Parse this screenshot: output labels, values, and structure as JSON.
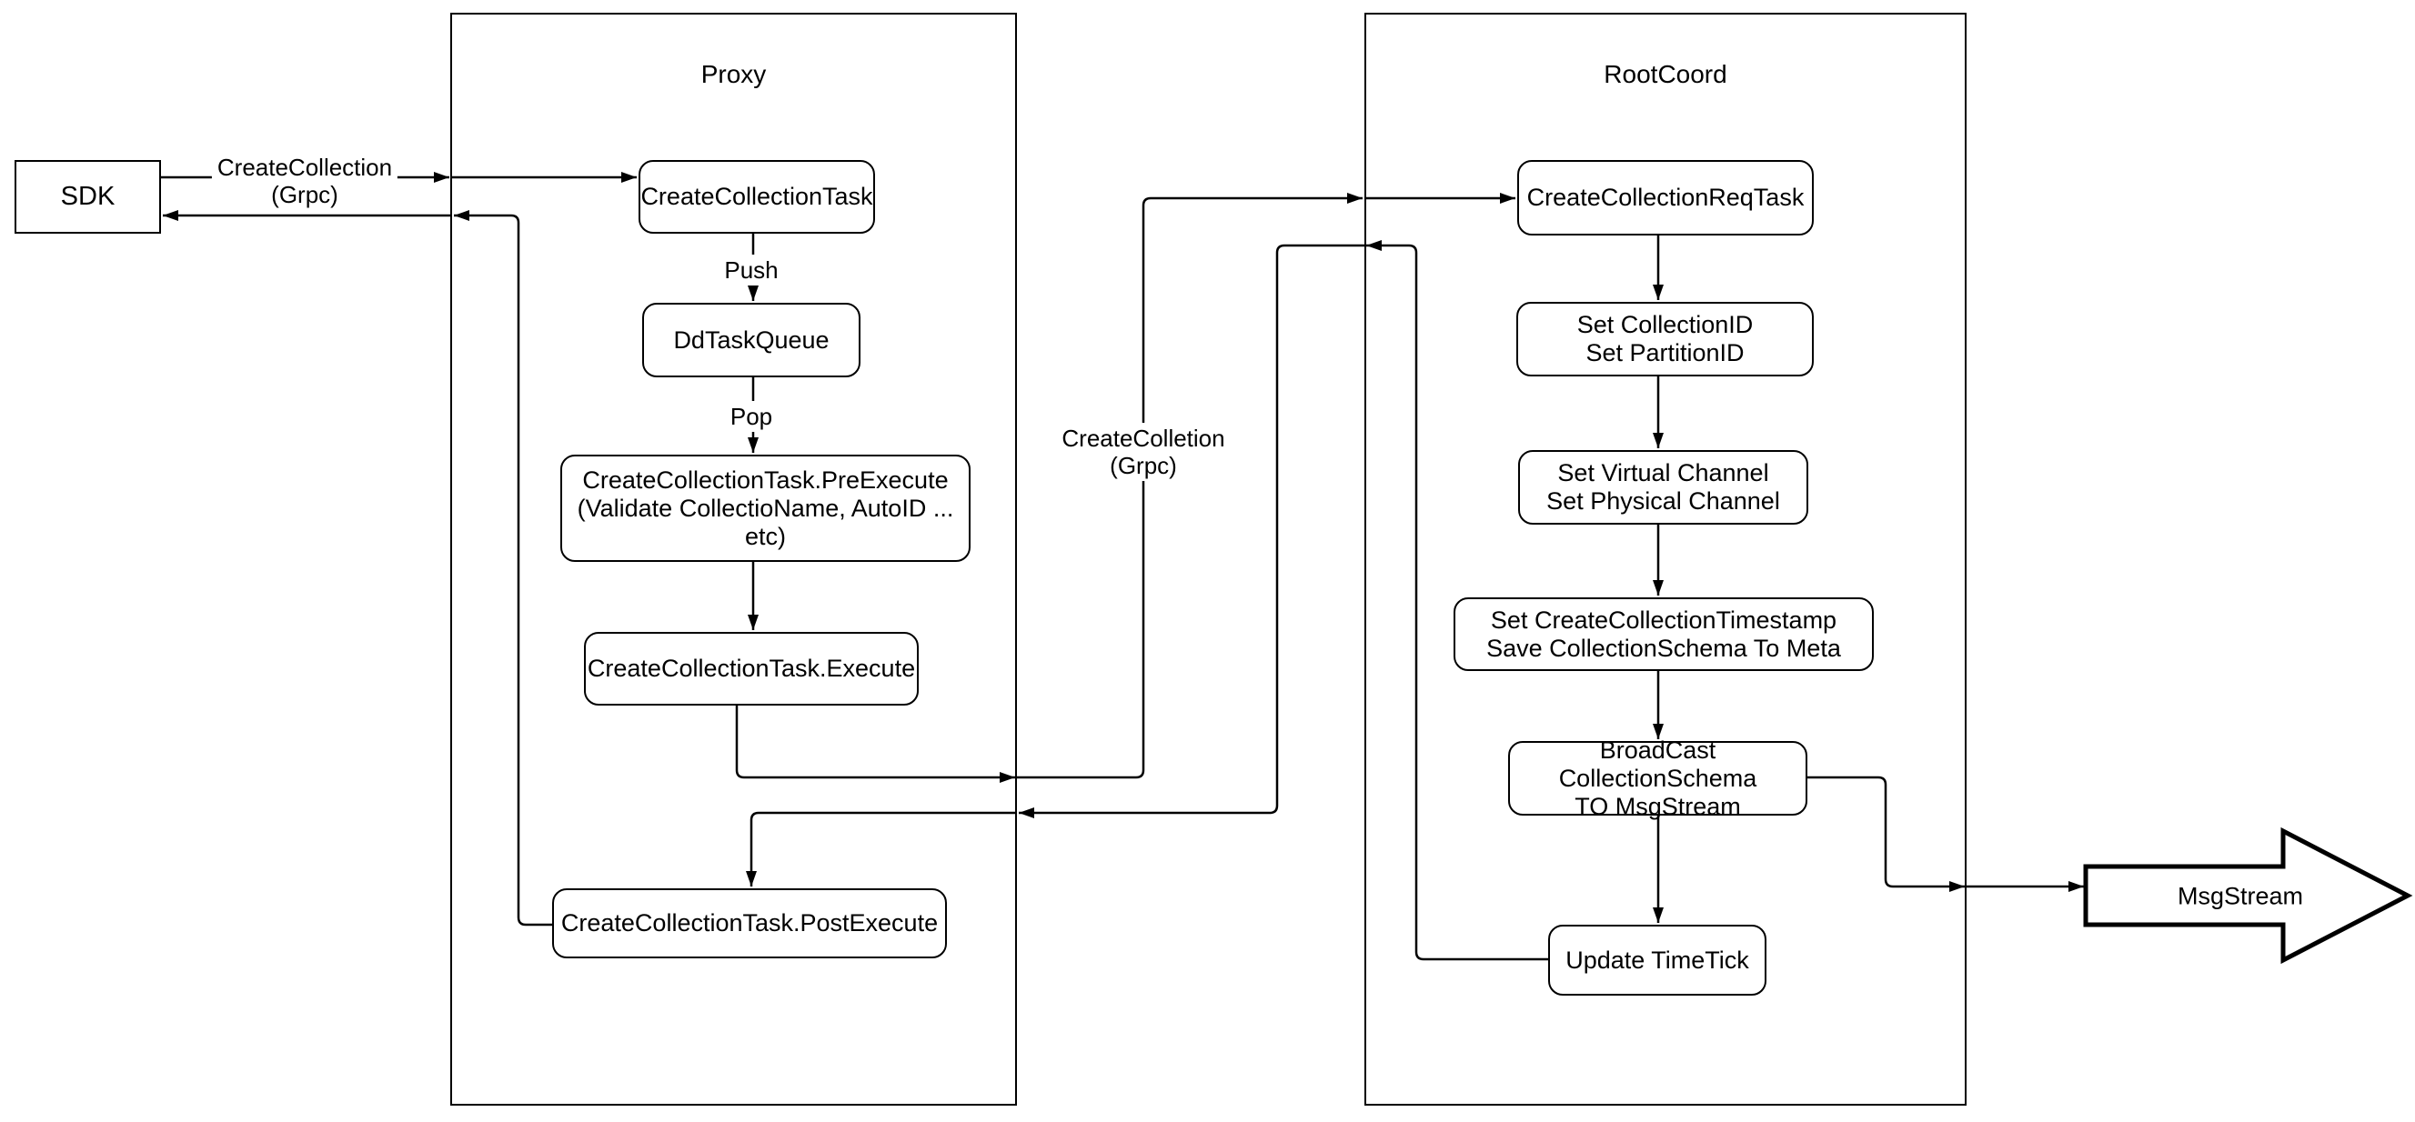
{
  "sdk": {
    "label": "SDK"
  },
  "containers": {
    "proxy": {
      "title": "Proxy"
    },
    "rootcoord": {
      "title": "RootCoord"
    }
  },
  "nodes": {
    "create_collection_task": {
      "label": "CreateCollectionTask"
    },
    "dd_task_queue": {
      "label": "DdTaskQueue"
    },
    "pre_execute": {
      "line1": "CreateCollectionTask.PreExecute",
      "line2": "(Validate CollectioName, AutoID ... etc)"
    },
    "execute": {
      "label": "CreateCollectionTask.Execute"
    },
    "post_execute": {
      "label": "CreateCollectionTask.PostExecute"
    },
    "req_task": {
      "label": "CreateCollectionReqTask"
    },
    "set_ids": {
      "line1": "Set CollectionID",
      "line2": "Set PartitionID"
    },
    "set_channels": {
      "line1": "Set Virtual Channel",
      "line2": "Set Physical Channel"
    },
    "set_timestamp": {
      "line1": "Set CreateCollectionTimestamp",
      "line2": "Save CollectionSchema To Meta"
    },
    "broadcast": {
      "line1": "BroadCast CollectionSchema",
      "line2": "TO MsgStream"
    },
    "update_timetick": {
      "label": "Update TimeTick"
    }
  },
  "edge_labels": {
    "sdk_grpc": {
      "line1": "CreateCollection",
      "line2": "(Grpc)"
    },
    "push": "Push",
    "pop": "Pop",
    "proxy_grpc": {
      "line1": "CreateColletion",
      "line2": "(Grpc)"
    }
  },
  "msgstream": {
    "label": "MsgStream"
  },
  "colors": {
    "stroke": "#000000",
    "background": "#ffffff"
  }
}
